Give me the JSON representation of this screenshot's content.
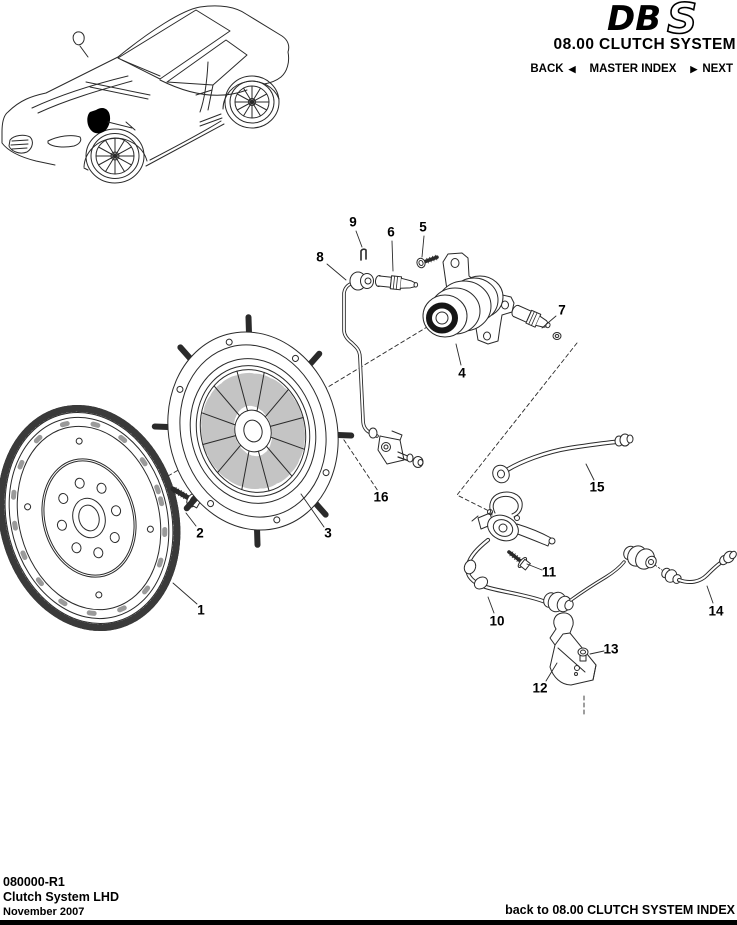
{
  "header": {
    "logo": {
      "db": "DB",
      "s": "S"
    },
    "title": "08.00 CLUTCH SYSTEM",
    "nav": {
      "back_label": "BACK",
      "back_arrow": "◀",
      "master_index_label": "MASTER INDEX",
      "next_arrow": "▶",
      "next_label": "NEXT"
    }
  },
  "diagram": {
    "callouts": [
      {
        "n": "1"
      },
      {
        "n": "2"
      },
      {
        "n": "3"
      },
      {
        "n": "4"
      },
      {
        "n": "5"
      },
      {
        "n": "6"
      },
      {
        "n": "7"
      },
      {
        "n": "8"
      },
      {
        "n": "9"
      },
      {
        "n": "10"
      },
      {
        "n": "11"
      },
      {
        "n": "12"
      },
      {
        "n": "13"
      },
      {
        "n": "14"
      },
      {
        "n": "15"
      },
      {
        "n": "16"
      }
    ]
  },
  "footer": {
    "doc_code": "080000-R1",
    "doc_title": "Clutch System LHD",
    "date": "November 2007",
    "index_link": "back to 08.00 CLUTCH SYSTEM INDEX"
  },
  "colors": {
    "ink": "#000000",
    "line": "#1f1f1f"
  }
}
